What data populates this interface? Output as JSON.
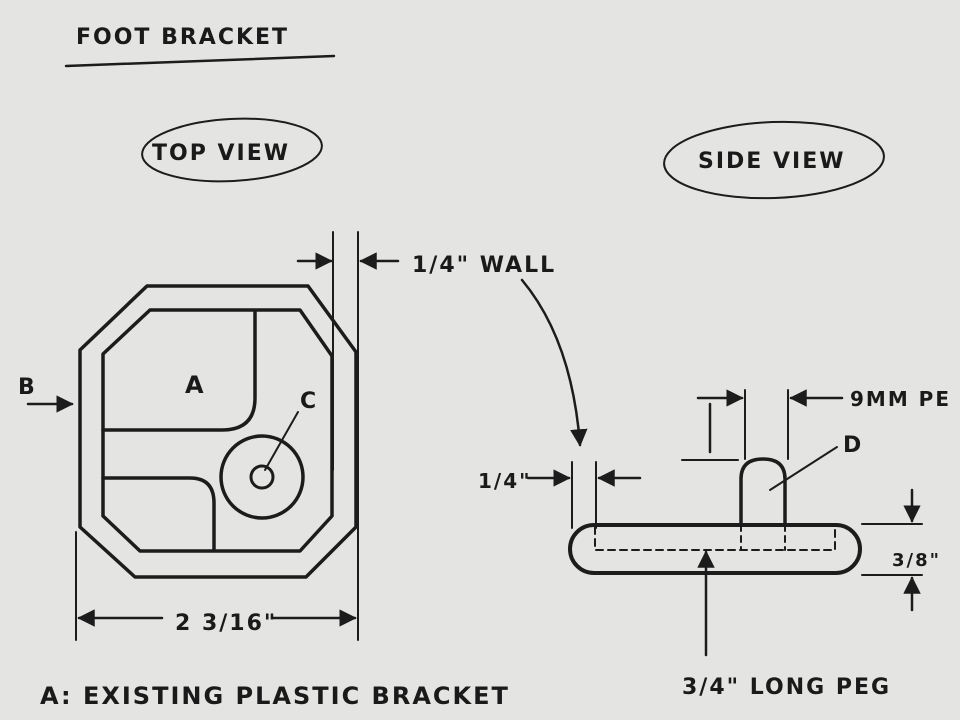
{
  "title": "FOOT BRACKET",
  "top_view": {
    "caption": "TOP VIEW",
    "label_a": "A",
    "label_b": "B",
    "label_c": "C",
    "wall_dim": "1/4\" WALL",
    "width_dim": "2 3/16\""
  },
  "side_view": {
    "caption": "SIDE VIEW",
    "peg_dim": "9MM PE",
    "label_d": "D",
    "wall_dim": "1/4\"",
    "height_dim": "3/8\"",
    "peg_note": "3/4\" LONG PEG"
  },
  "notes": {
    "a": "A: EXISTING PLASTIC BRACKET"
  },
  "colors": {
    "paper": "#e4e4e2",
    "ink": "#1c1c1c"
  }
}
